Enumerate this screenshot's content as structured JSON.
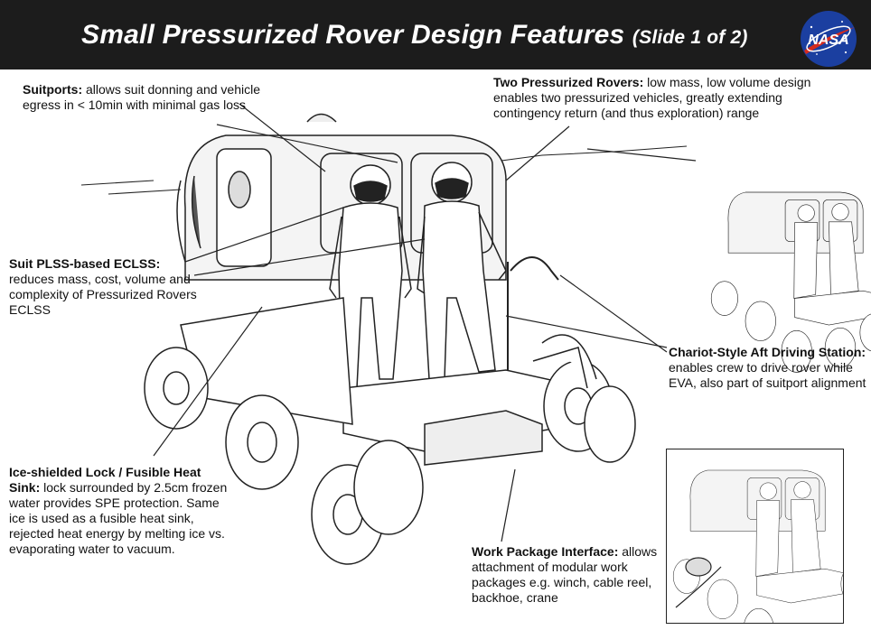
{
  "header": {
    "title": "Small Pressurized Rover Design Features",
    "subtitle": "(Slide 1 of 2)",
    "logo_text": "NASA",
    "background": "#1c1c1c"
  },
  "annotations": {
    "suitports": {
      "label": "Suitports:",
      "text": " allows suit donning and vehicle egress in < 10min with minimal gas loss"
    },
    "two_rovers": {
      "label": "Two Pressurized Rovers:",
      "text": " low mass, low volume design enables two pressurized vehicles, greatly extending contingency return (and thus exploration) range"
    },
    "plss": {
      "label": "Suit PLSS-based ECLSS:",
      "text": " reduces mass, cost, volume and complexity of Pressurized Rovers ECLSS"
    },
    "chariot": {
      "label": "Chariot-Style Aft Driving Station:",
      "text": " enables crew to drive rover while EVA, also part of suitport alignment"
    },
    "ice_lock": {
      "label": "Ice-shielded Lock / Fusible Heat Sink:",
      "text": " lock surrounded by 2.5cm frozen water provides SPE protection.  Same ice is used as a fusible heat sink, rejected heat energy by melting ice vs. evaporating water to vacuum."
    },
    "work_package": {
      "label": "Work Package Interface:",
      "text": " allows attachment of modular work packages e.g. winch, cable reel, backhoe, crane"
    }
  }
}
